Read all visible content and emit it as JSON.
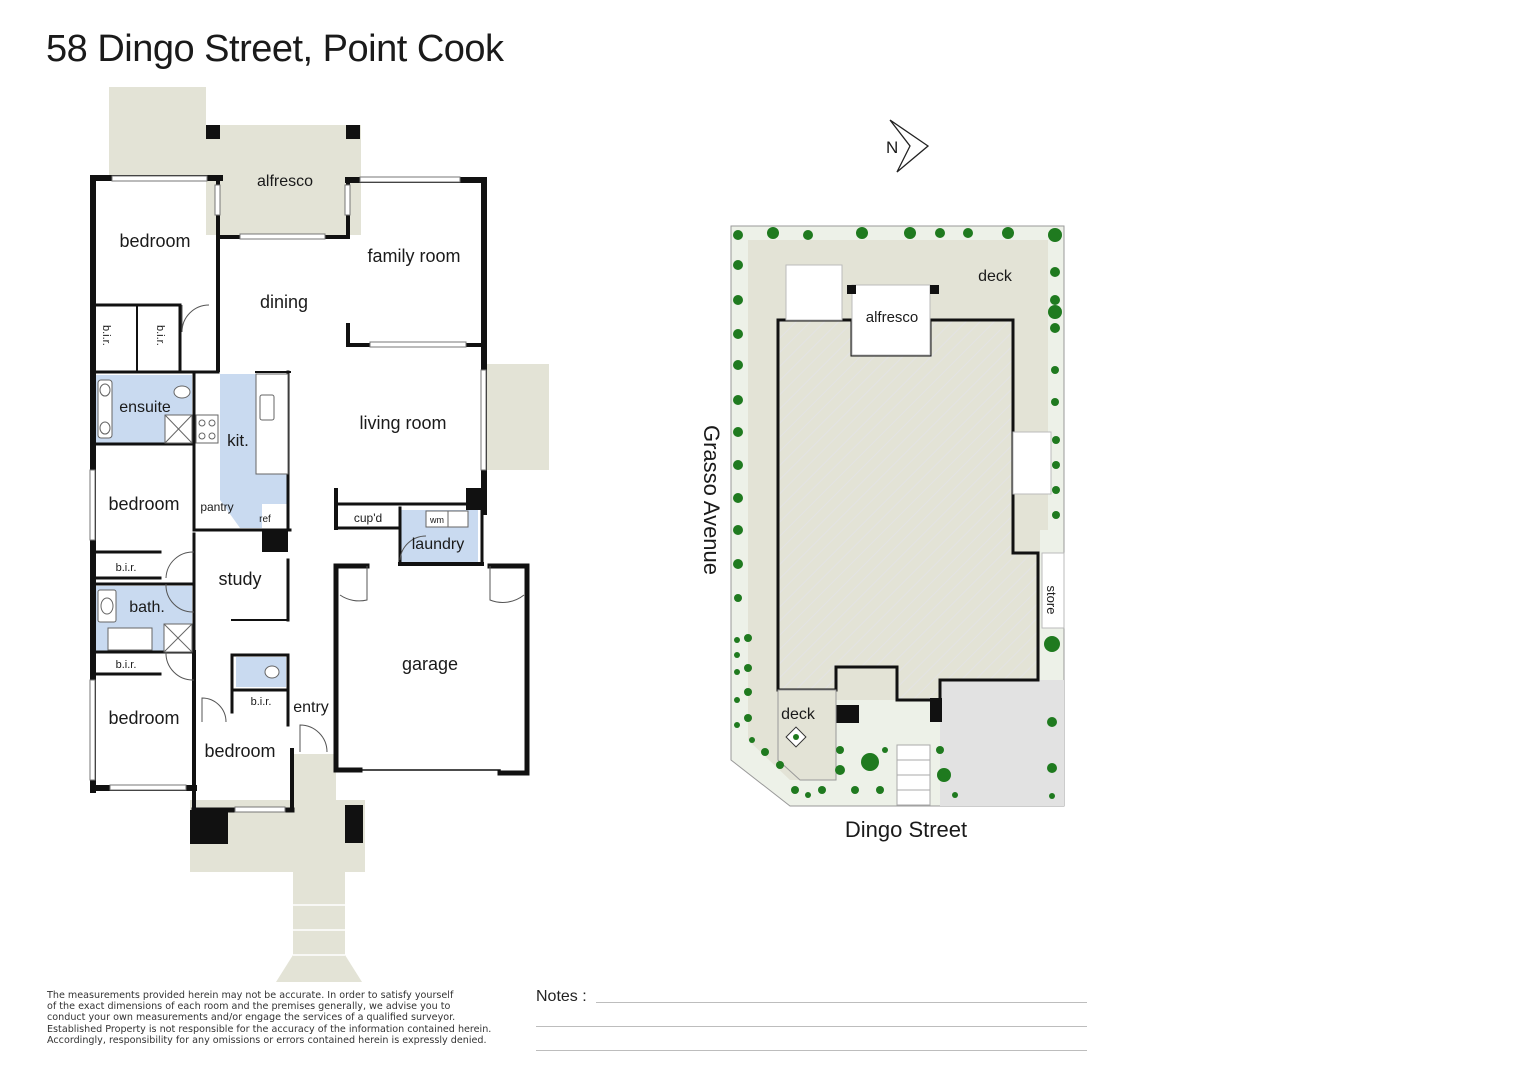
{
  "title": "58 Dingo Street, Point Cook",
  "floor_plan": {
    "rooms": {
      "alfresco": "alfresco",
      "bedroom1": "bedroom",
      "family_room": "family room",
      "dining": "dining",
      "bir1": "b.i.r.",
      "bir2": "b.i.r.",
      "ensuite": "ensuite",
      "kitchen": "kit.",
      "living_room": "living room",
      "bedroom2": "bedroom",
      "pantry": "pantry",
      "ref": "ref",
      "cupd": "cup'd",
      "wm": "wm",
      "laundry": "laundry",
      "bir3": "b.i.r.",
      "study": "study",
      "bath": "bath.",
      "garage": "garage",
      "bir4": "b.i.r.",
      "bir5": "b.i.r.",
      "entry": "entry",
      "bedroom3": "bedroom",
      "bedroom4": "bedroom"
    }
  },
  "site_plan": {
    "north_label": "N",
    "deck_top": "deck",
    "alfresco": "alfresco",
    "store": "store",
    "deck_front": "deck",
    "street_west": "Grasso Avenue",
    "street_south": "Dingo Street"
  },
  "disclaimer": [
    "The measurements provided herein may not be accurate. In order to satisfy yourself",
    "of the exact dimensions of each room and the premises generally, we advise you to",
    "conduct your own measurements and/or engage the services of a qualified surveyor.",
    "Established Property is not responsible for the accuracy of the information contained herein.",
    "Accordingly, responsibility for any omissions or errors contained herein is expressly denied."
  ],
  "notes_label": "Notes :",
  "colors": {
    "wall": "#111111",
    "wet_area": "#c9daf0",
    "outdoor": "#e3e3d6",
    "garden": "#edf1e8",
    "tree": "#1f7a1f",
    "driveway": "#e2e2e2"
  }
}
